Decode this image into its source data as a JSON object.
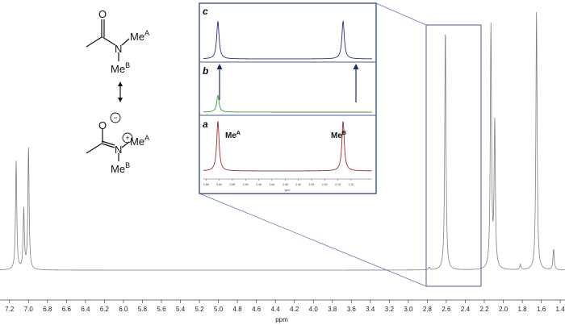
{
  "chart_data": {
    "type": "line",
    "title": "",
    "xlabel": "ppm",
    "ylabel": "",
    "x_reversed": true,
    "xlim": [
      7.3,
      1.35
    ],
    "x_ticks": [
      "7.2",
      "7.0",
      "6.8",
      "6.6",
      "6.4",
      "6.2",
      "6.0",
      "5.8",
      "5.6",
      "5.4",
      "5.2",
      "5.0",
      "4.8",
      "4.6",
      "4.4",
      "4.2",
      "4.0",
      "3.8",
      "3.6",
      "3.4",
      "3.2",
      "3.0",
      "2.8",
      "2.6",
      "2.4",
      "2.2",
      "2.0",
      "1.8",
      "1.6",
      "1.4"
    ],
    "main_spectrum": {
      "color": "#7f7f7f",
      "peaks": [
        {
          "x": 7.13,
          "height": 0.42
        },
        {
          "x": 7.05,
          "height": 0.23
        },
        {
          "x": 7.0,
          "height": 0.47
        },
        {
          "x": 2.78,
          "height": 0.01
        },
        {
          "x": 2.61,
          "height": 0.94
        },
        {
          "x": 2.13,
          "height": 0.94
        },
        {
          "x": 2.09,
          "height": 0.56
        },
        {
          "x": 1.82,
          "height": 0.02
        },
        {
          "x": 1.65,
          "height": 1.0
        },
        {
          "x": 1.47,
          "height": 0.08
        }
      ]
    },
    "zoom_region": [
      2.66,
      2.02
    ],
    "inset": {
      "xlim": [
        2.66,
        2.02
      ],
      "x_ticks": [
        "2.65",
        "2.60",
        "2.55",
        "2.50",
        "2.45",
        "2.40",
        "2.35",
        "2.30",
        "2.25",
        "2.20",
        "2.15",
        "2.10"
      ],
      "x_title": "ppm",
      "panels": [
        {
          "letter": "c",
          "color": "#2a2a8a",
          "peaks": [
            {
              "x": 2.605,
              "height": 0.95
            },
            {
              "x": 2.13,
              "height": 0.95
            }
          ]
        },
        {
          "letter": "b",
          "color": "#3a9a3a",
          "peaks": [
            {
              "x": 2.605,
              "height": 0.42
            }
          ]
        },
        {
          "letter": "a",
          "color": "#9a2a2a",
          "peaks": [
            {
              "x": 2.605,
              "height": 0.95
            },
            {
              "x": 2.13,
              "height": 0.95
            }
          ]
        }
      ],
      "peak_labels": [
        {
          "main": "Me",
          "sup": "A",
          "x": 2.605
        },
        {
          "main": "Me",
          "sup": "B",
          "x": 2.13
        }
      ]
    }
  },
  "molecule": {
    "top": {
      "o_label": "O",
      "n_label": "N",
      "me_a": "Me",
      "me_a_sup": "A",
      "me_b": "Me",
      "me_b_sup": "B"
    },
    "bottom": {
      "o_label": "O",
      "o_charge": "−",
      "n_label": "N",
      "n_charge": "+",
      "me_a": "Me",
      "me_a_sup": "A",
      "me_b": "Me",
      "me_b_sup": "B"
    }
  }
}
